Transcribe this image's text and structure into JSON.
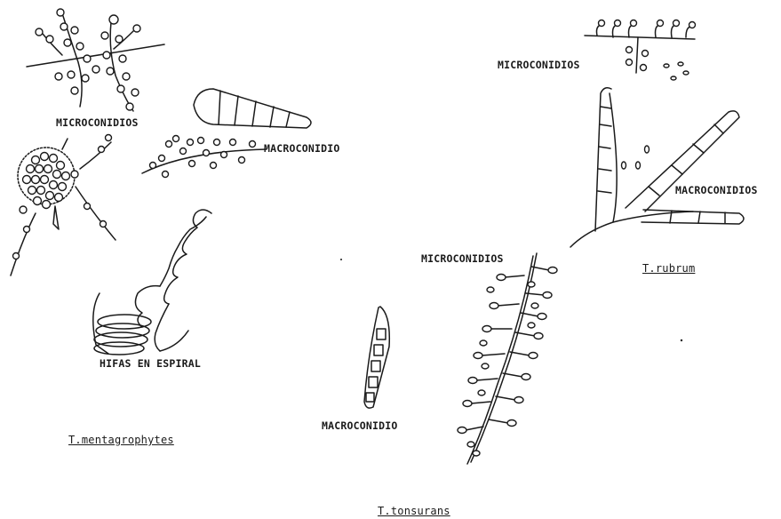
{
  "figure": {
    "mentagrophytes": {
      "microconidia_label": "MICROCONIDIOS",
      "macroconidium_label": "MACROCONIDIO",
      "spiral_label": "HIFAS EN ESPIRAL",
      "species_label": "T.mentagrophytes"
    },
    "rubrum": {
      "microconidia_label": "MICROCONIDIOS",
      "macroconidia_label": "MACROCONIDIOS",
      "species_label": "T.rubrum"
    },
    "tonsurans": {
      "microconidia_label": "MICROCONIDIOS",
      "macroconidium_label": "MACROCONIDIO",
      "species_label": "T.tonsurans"
    }
  },
  "colors": {
    "ink": "#1a1a1a",
    "paper": "#ffffff"
  }
}
